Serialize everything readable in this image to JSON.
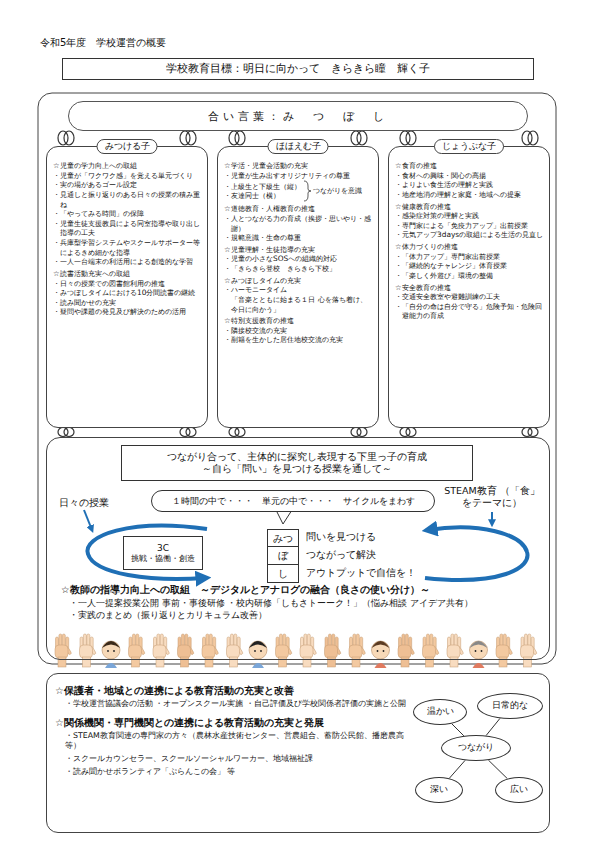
{
  "diagram": {
    "title": "令和5年度　学校運営の概要",
    "nodes": [
      {
        "text": [
          "学校教育目標：明日に向かって　きらきら瞳　輝く子"
        ]
      },
      {
        "text": [
          "合い言葉：み　つ　ぼ　し"
        ]
      },
      {
        "text": [
          "みつける子",
          "☆児童の学力向上への取組",
          "・児童が「ワクワク感」を覚える単元づくり",
          "・実の場があるゴール設定",
          "・見通しと振り返りのある日々の授業の積み重ね",
          "・「やってみる時間」の保障",
          "・児童生徒支援教員による同室指導や取り出し指導の工夫",
          "・兵庫型学習システムやスクールサポーター等によるきめ細かな指導",
          "・一人一台端末の利活用による創造的な学習",
          "☆読書活動充実への取組",
          "・日々の授業での図書館利用の推進",
          "・みつぼしタイムにおける10分間読書の継続",
          "・読み聞かせの充実",
          "・疑問や課題の発見及び解決のための活用"
        ]
      },
      {
        "text": [
          "ほほえむ子",
          "☆学活・児童会活動の充実",
          "・児童が生み出すオリジナリティの尊重",
          "・上級生と下級生（縦）",
          "・友達同士（横）",
          "つながりを意識",
          "☆道徳教育・人権教育の推進",
          "・人とつながる力の育成（挨拶・思いやり・感謝）",
          "・規範意識・生命の尊重",
          "☆児童理解・生徒指導の充実",
          "・児童の小さなSOSへの組織的対応",
          "・「きらきら登校　きらきら下校」",
          "☆みつぼしタイムの充実",
          "・ハーモニータイム",
          "「音楽とともに始まる１日 心を落ち着け、今日に向かう」",
          "☆特別支援教育の推進",
          "・隣接校交流の充実",
          "・副籍を生かした居住地校交流の充実"
        ]
      },
      {
        "text": [
          "じょうぶな子",
          "☆食育の推進",
          "・食材への興味・関心の高揚",
          "・よりよい食生活の理解と実践",
          "・地産地消の理解と家庭・地域への提案",
          "☆健康教育の推進",
          "・感染症対策の理解と実践",
          "・専門家による「免疫力アップ」出前授業",
          "・元気アップ3daysの取組による生活の見直し",
          "☆体力づくりの推進",
          "・「体力アップ」専門家出前授業",
          "・「継続的なチャレンジ」体育授業",
          "・「楽しく外遊び」環境の整備",
          "☆安全教育の推進",
          "・交通安全教室や避難訓練の工夫",
          "・「自分の命は自分で守る」危険予知・危険回避能力の育成"
        ]
      },
      {
        "text": [
          "日々の授業",
          "STEAM教育 （「食」をテーマに）",
          "☆教師の指導力向上への取組　～デジタルとアナログの融合（良さの使い分け）～",
          "・一人一提案授業公開 事前・事後研修 ・校内研修「しもさトーーク！」（悩み相談 アイデア共有）",
          "・実践のまとめ（振り返りとカリキュラム改善）"
        ]
      },
      {
        "text": [
          "つながり合って、主体的に探究し表現する下里っ子の育成",
          "～自ら「問い」を見つける授業を通して～"
        ],
        "in": 5
      },
      {
        "text": [
          "１時間の中で・・・　単元の中で・・・　サイクルをまわす"
        ],
        "in": 5
      },
      {
        "text": [
          "3C",
          "挑戦・協働・創造"
        ],
        "in": 5
      },
      {
        "text": [
          "みつ",
          "ぼ",
          "し"
        ],
        "in": 5
      },
      {
        "text": [
          "☆保護者・地域との連携による教育活動の充実と改善",
          "・学校運営協議会の活動 ・オープンスクール実施 ・自己評価及び学校関係者評価の実施と公開",
          "☆関係機関・専門機関との連携による教育活動の充実と発展",
          "・STEAM教育関連の専門家の方々（農林水産技術センター、営農組合、蓄防公民館、播磨農高　等）",
          "・スクールカウンセラー、スクールソーシャルワーカー、地域福祉課",
          "・読み聞かせボランティア「ぷらんこの会」 等"
        ]
      },
      {
        "text": [
          "温かい"
        ],
        "in": 10
      },
      {
        "text": [
          "日常的な"
        ],
        "in": 10
      },
      {
        "text": [
          "つながり"
        ],
        "in": 10
      },
      {
        "text": [
          "深い"
        ],
        "in": 10
      },
      {
        "text": [
          "広い"
        ],
        "in": 10
      }
    ],
    "edges": [
      {
        "from": 13,
        "to": 11,
        "arrow": "none"
      },
      {
        "from": 13,
        "to": 12,
        "arrow": "none"
      },
      {
        "from": 13,
        "to": 14,
        "arrow": "none"
      },
      {
        "from": 13,
        "to": 15,
        "arrow": "none"
      }
    ],
    "labels": [
      "問いを見つける",
      "つながって解決",
      "アウトプットで自信を！"
    ]
  }
}
